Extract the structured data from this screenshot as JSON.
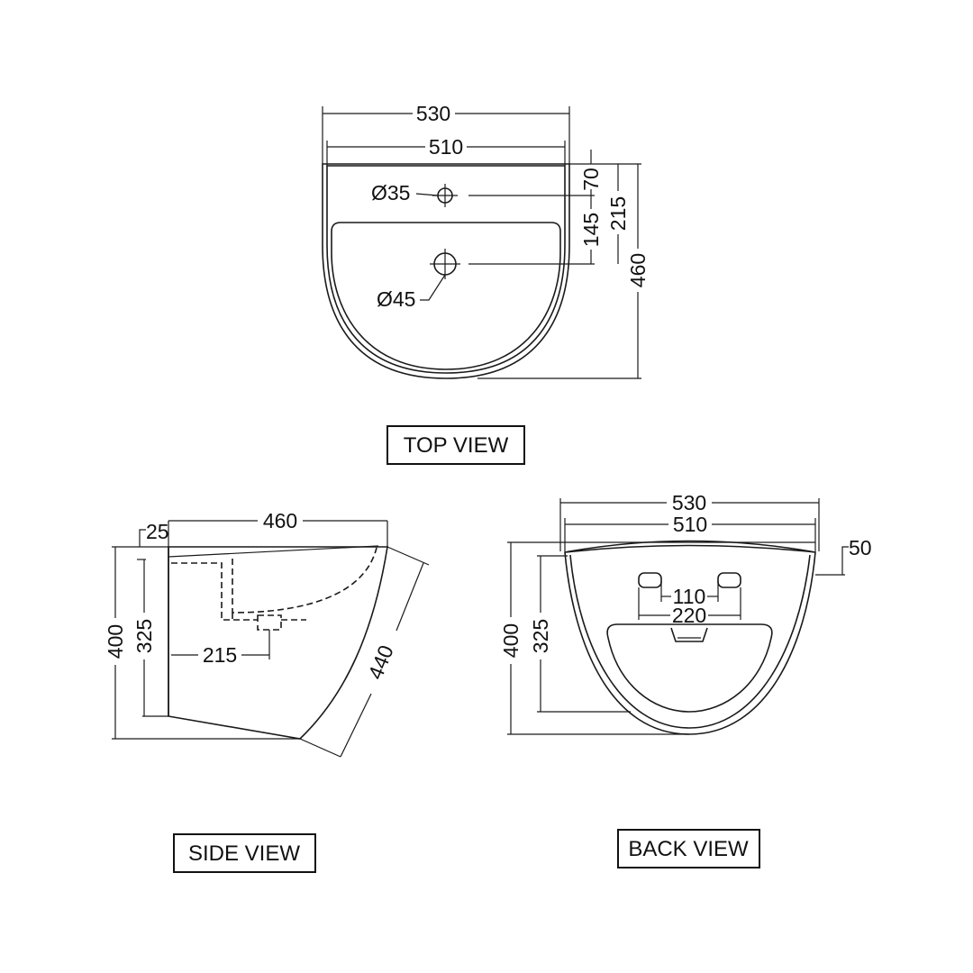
{
  "top_view": {
    "title": "TOP VIEW",
    "dims": {
      "overall_width": "530",
      "inner_width": "510",
      "tap_hole": "Ø35",
      "waste_hole": "Ø45",
      "to_tap_hole": "70",
      "to_waste_hole": "145",
      "to_waste_outer": "215",
      "depth": "460"
    }
  },
  "side_view": {
    "title": "SIDE VIEW",
    "dims": {
      "depth": "460",
      "rim": "25",
      "height": "400",
      "inner_height": "325",
      "waste_offset": "215",
      "slant": "440"
    }
  },
  "back_view": {
    "title": "BACK VIEW",
    "dims": {
      "overall_width": "530",
      "inner_width": "510",
      "top_offset": "50",
      "bracket_inner": "110",
      "bracket_outer": "220",
      "height": "400",
      "inner_height": "325"
    }
  }
}
